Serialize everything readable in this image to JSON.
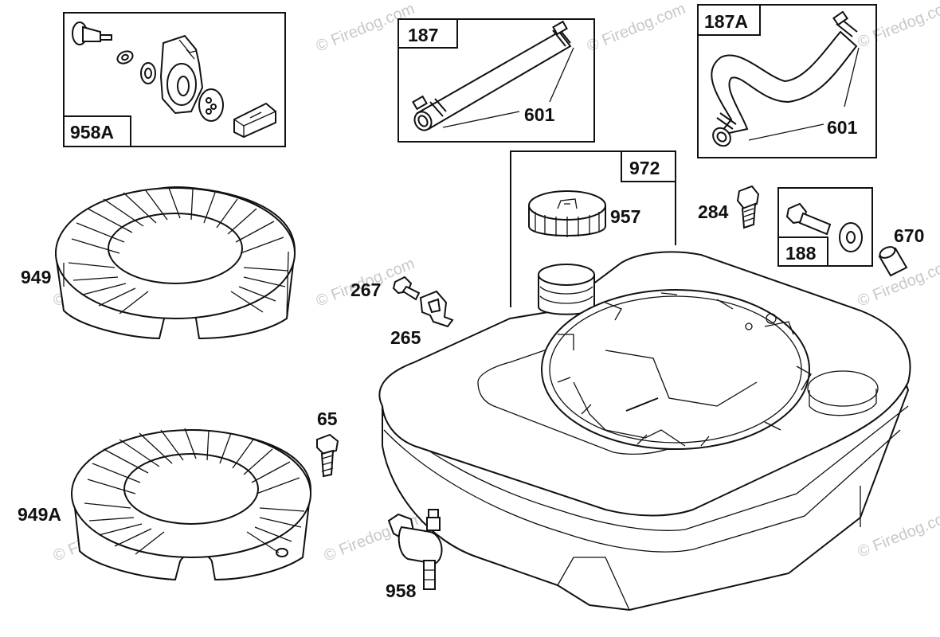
{
  "watermark": "© Firedog.com",
  "callouts": {
    "p958A": "958A",
    "p187": "187",
    "p187A": "187A",
    "p601a": "601",
    "p601b": "601",
    "p972": "972",
    "p957": "957",
    "p284": "284",
    "p188": "188",
    "p670": "670",
    "p949": "949",
    "p267": "267",
    "p265": "265",
    "p65": "65",
    "p949A": "949A",
    "p958": "958"
  }
}
